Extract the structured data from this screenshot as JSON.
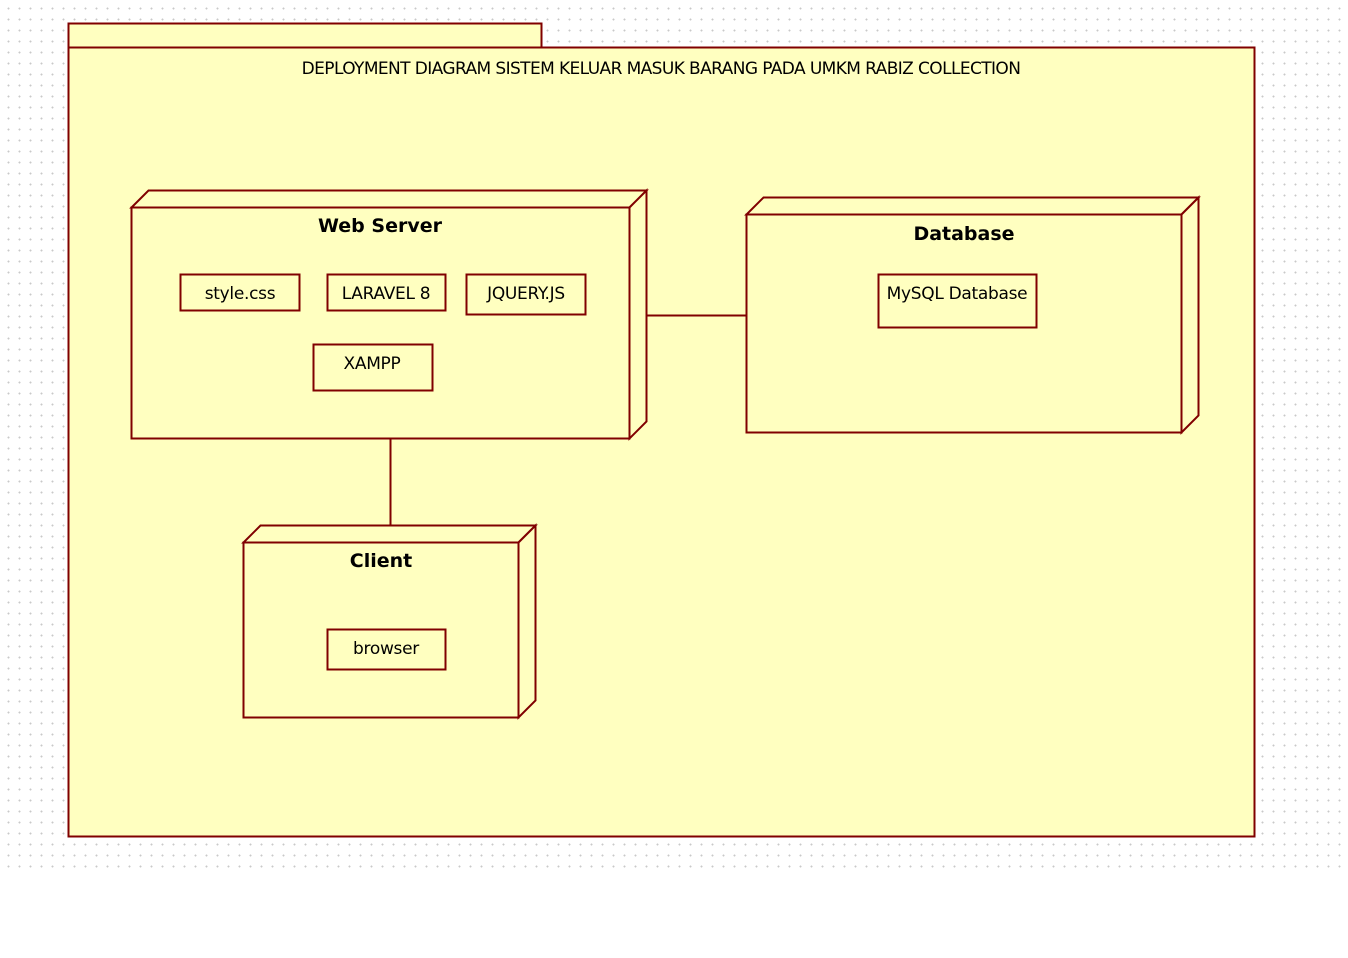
{
  "diagram": {
    "title": "DEPLOYMENT DIAGRAM SISTEM KELUAR MASUK BARANG PADA UMKM RABIZ COLLECTION",
    "colors": {
      "fill": "#ffffc0",
      "stroke": "#800000",
      "text": "#000000"
    },
    "nodes": {
      "web_server": {
        "title": "Web Server",
        "components": {
          "style": "style.css",
          "laravel": "LARAVEL 8",
          "jquery": "JQUERY.JS",
          "xampp": "XAMPP"
        }
      },
      "database": {
        "title": "Database",
        "components": {
          "mysql": "MySQL Database"
        }
      },
      "client": {
        "title": "Client",
        "components": {
          "browser": "browser"
        }
      }
    }
  }
}
